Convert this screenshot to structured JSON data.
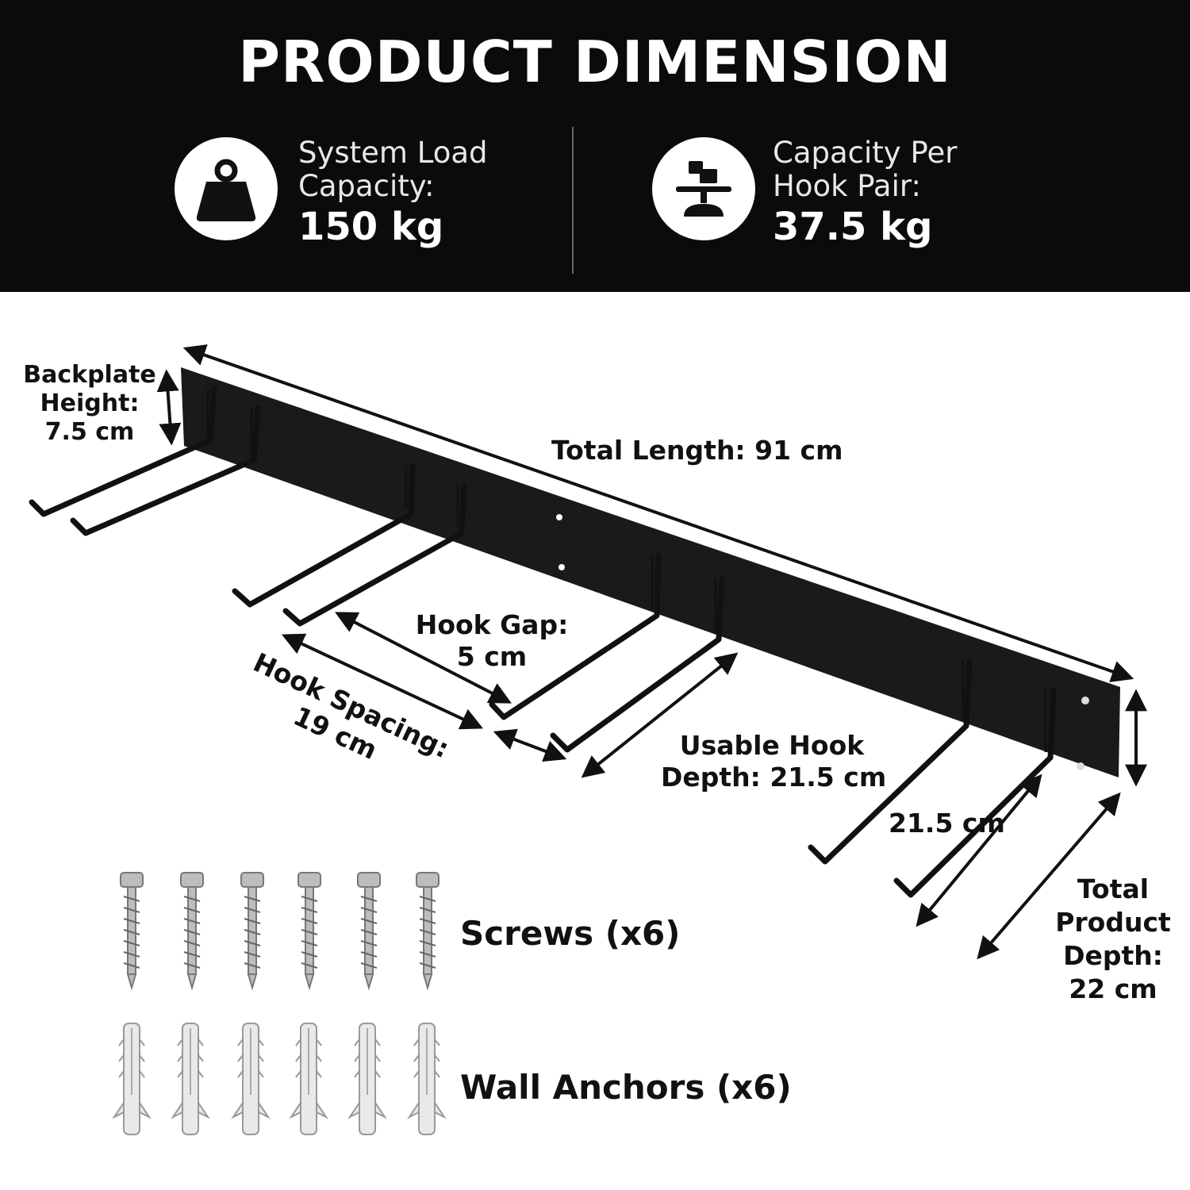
{
  "banner": {
    "title": "PRODUCT DIMENSION",
    "stats": [
      {
        "icon": "weight-icon",
        "label_line1": "System Load",
        "label_line2": "Capacity:",
        "value": "150 kg"
      },
      {
        "icon": "stacked-weight-icon",
        "label_line1": "Capacity Per",
        "label_line2": "Hook Pair:",
        "value": "37.5 kg"
      }
    ]
  },
  "dimensions": {
    "backplate_height": {
      "line1": "Backplate",
      "line2": "Height:",
      "line3": "7.5 cm"
    },
    "total_length": "Total Length: 91 cm",
    "hook_gap": {
      "line1": "Hook Gap:",
      "line2": "5 cm"
    },
    "hook_spacing": {
      "line1": "Hook Spacing:",
      "line2": "19 cm"
    },
    "usable_hook_depth": {
      "line1": "Usable Hook",
      "line2": "Depth: 21.5 cm"
    },
    "hook_depth": "21.5 cm",
    "total_product_depth": {
      "line1": "Total",
      "line2": "Product",
      "line3": "Depth:",
      "line4": "22 cm"
    }
  },
  "hardware": {
    "screws_label": "Screws (x6)",
    "anchors_label": "Wall Anchors (x6)"
  },
  "colors": {
    "banner_bg": "#0b0b0b",
    "metal": "#1a1a1a",
    "screw": "#b9b9b9",
    "anchor": "#e6e6e6"
  }
}
